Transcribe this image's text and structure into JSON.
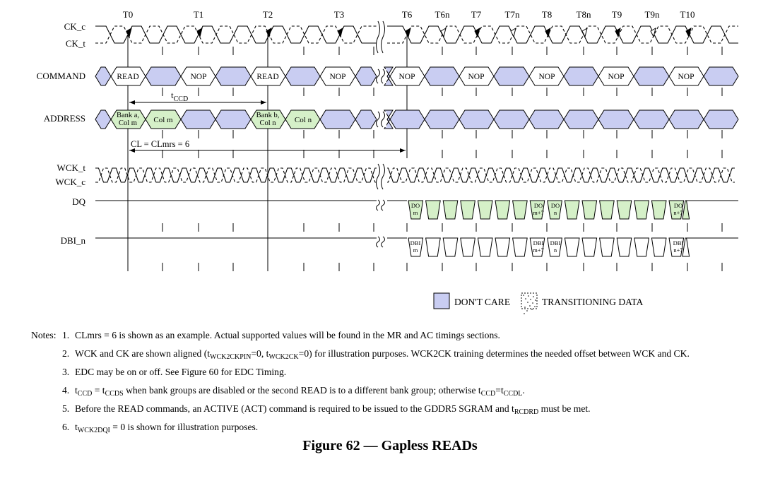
{
  "timing": {
    "clock_labels": [
      "T0",
      "T1",
      "T2",
      "T3",
      "T6",
      "T6n",
      "T7",
      "T7n",
      "T8",
      "T8n",
      "T9",
      "T9n",
      "T10"
    ],
    "signals": [
      "CK_c",
      "CK_t",
      "COMMAND",
      "ADDRESS",
      "WCK_t",
      "WCK_c",
      "DQ",
      "DBI_n"
    ],
    "commands": [
      "READ",
      "NOP",
      "READ",
      "NOP",
      "NOP",
      "NOP",
      "NOP",
      "NOP",
      "NOP"
    ],
    "address_values": [
      {
        "lines": [
          "Bank a,",
          "Col m"
        ]
      },
      {
        "lines": [
          "Col m"
        ]
      },
      {
        "lines": [
          "Bank b,",
          "Col n"
        ]
      },
      {
        "lines": [
          "Col n"
        ]
      }
    ],
    "tccd_label": {
      "base": "t",
      "sub": "CCD"
    },
    "cl_label": "CL = CLmrs = 6",
    "dq_labels": [
      [
        "DO",
        "m"
      ],
      [
        "DO",
        "m+7"
      ],
      [
        "DO",
        "n"
      ],
      [
        "DO",
        "n+7"
      ]
    ],
    "dbi_labels": [
      [
        "DBI",
        "m"
      ],
      [
        "DBI",
        "m+7"
      ],
      [
        "DBI",
        "n"
      ],
      [
        "DBI",
        "n+7"
      ]
    ]
  },
  "legend": {
    "dont_care": "DON'T CARE",
    "transitioning": "TRANSITIONING DATA"
  },
  "notes_label": "Notes:",
  "notes": [
    {
      "num": "1.",
      "parts": [
        {
          "t": "CLmrs = 6 is shown as an example.  Actual supported values will be found in the MR and AC timings sections."
        }
      ]
    },
    {
      "num": "2.",
      "parts": [
        {
          "t": "WCK and CK are shown aligned ("
        },
        {
          "t": "t"
        },
        {
          "s": "WCK2CKPIN"
        },
        {
          "t": "=0, "
        },
        {
          "t": "t"
        },
        {
          "s": "WCK2CK"
        },
        {
          "t": "=0) for illustration purposes.  WCK2CK training determines the needed offset between WCK and CK."
        }
      ]
    },
    {
      "num": "3.",
      "parts": [
        {
          "t": "EDC may be on or off.  See Figure 60 for EDC Timing."
        }
      ]
    },
    {
      "num": "4.",
      "parts": [
        {
          "t": "t"
        },
        {
          "s": "CCD"
        },
        {
          "t": " = t"
        },
        {
          "s": "CCDS"
        },
        {
          "t": " when bank groups are disabled or the second READ is to a different bank group; otherwise t"
        },
        {
          "s": "CCD"
        },
        {
          "t": "=t"
        },
        {
          "s": "CCDL"
        },
        {
          "t": "."
        }
      ]
    },
    {
      "num": "5.",
      "parts": [
        {
          "t": "Before the READ commands, an ACTIVE (ACT) command is required to be issued to the GDDR5 SGRAM and t"
        },
        {
          "s": "RCDRD"
        },
        {
          "t": " must be met."
        }
      ]
    },
    {
      "num": "6.",
      "parts": [
        {
          "t": "t"
        },
        {
          "s": "WCK2DQI"
        },
        {
          "t": " = 0 is shown for illustration purposes."
        }
      ]
    }
  ],
  "figure_title": "Figure 62 — Gapless READs",
  "colors": {
    "dont_care": "#c9cdf2",
    "valid": "#d5f0c8",
    "line": "#000000"
  }
}
